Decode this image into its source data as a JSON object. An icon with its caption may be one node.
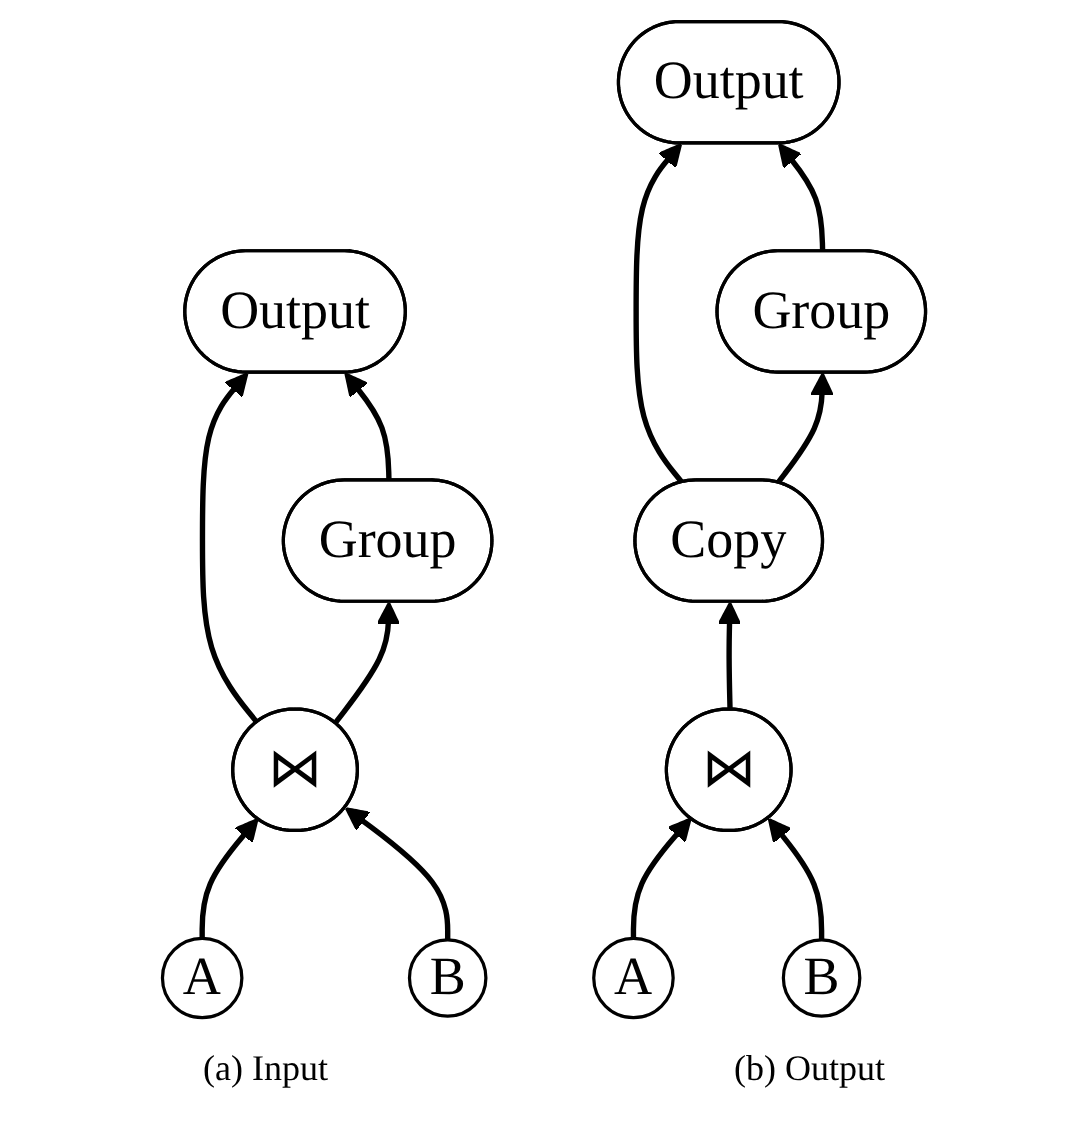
{
  "diagram": {
    "nodes": [
      {
        "text": [
          "Output"
        ]
      },
      {
        "text": [
          "Group"
        ]
      },
      {
        "text": [
          "⋈"
        ]
      },
      {
        "text": [
          "A"
        ]
      },
      {
        "text": [
          "B"
        ]
      },
      {
        "text": [
          "Output"
        ]
      },
      {
        "text": [
          "Group"
        ]
      },
      {
        "text": [
          "Copy"
        ]
      },
      {
        "text": [
          "⋈"
        ]
      },
      {
        "text": [
          "A"
        ]
      },
      {
        "text": [
          "B"
        ]
      }
    ],
    "edges": [
      {
        "from": 3,
        "to": 2,
        "arrow": "to"
      },
      {
        "from": 4,
        "to": 2,
        "arrow": "to"
      },
      {
        "from": 2,
        "to": 0,
        "arrow": "to"
      },
      {
        "from": 2,
        "to": 1,
        "arrow": "to"
      },
      {
        "from": 1,
        "to": 0,
        "arrow": "to"
      },
      {
        "from": 9,
        "to": 8,
        "arrow": "to"
      },
      {
        "from": 10,
        "to": 8,
        "arrow": "to"
      },
      {
        "from": 8,
        "to": 7,
        "arrow": "to"
      },
      {
        "from": 7,
        "to": 5,
        "arrow": "to"
      },
      {
        "from": 7,
        "to": 6,
        "arrow": "to"
      },
      {
        "from": 6,
        "to": 5,
        "arrow": "to"
      }
    ],
    "labels": [
      "(a) Input",
      "(b) Output"
    ]
  }
}
